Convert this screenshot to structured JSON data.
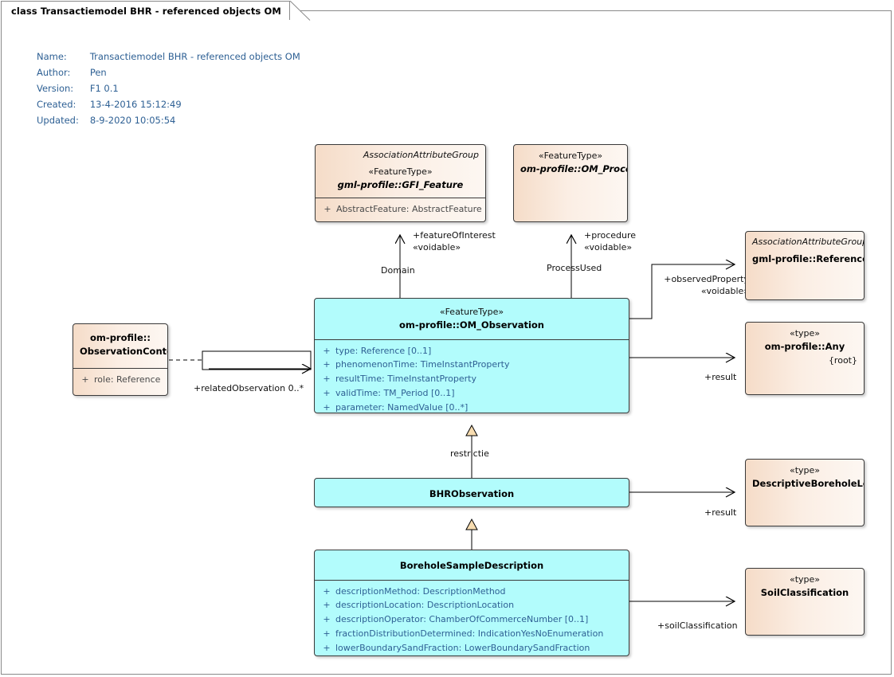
{
  "diagram": {
    "tab_title": "class Transactiemodel BHR - referenced objects OM",
    "metadata": [
      {
        "key": "Name:",
        "value": "Transactiemodel BHR - referenced objects OM"
      },
      {
        "key": "Author:",
        "value": "Pen"
      },
      {
        "key": "Version:",
        "value": "F1 0.1"
      },
      {
        "key": "Created:",
        "value": "13-4-2016 15:12:49"
      },
      {
        "key": "Updated:",
        "value": "8-9-2020 10:05:54"
      }
    ],
    "colors": {
      "class_fill_cyan": "#b2fcfc",
      "class_fill_orange": "#f5dcc8",
      "border": "#3a3a3a",
      "attribute_text": "#2e6094",
      "metadata_text": "#2e6094",
      "generalization_arrow_fill": "#f7dcb0"
    }
  },
  "classes": {
    "gfi_feature": {
      "association_attribute_group": "AssociationAttributeGroup",
      "stereotype": "«FeatureType»",
      "name": "gml-profile::GFI_Feature",
      "attributes": [
        {
          "visibility": "+",
          "text": "AbstractFeature: AbstractFeature"
        }
      ]
    },
    "om_process": {
      "stereotype": "«FeatureType»",
      "name": "om-profile::OM_Process"
    },
    "reference": {
      "association_attribute_group": "AssociationAttributeGroup",
      "name": "gml-profile::Reference"
    },
    "any": {
      "stereotype": "«type»",
      "name": "om-profile::Any",
      "constraint": "{root}"
    },
    "observation_context": {
      "name_line1": "om-profile::",
      "name_line2": "ObservationContext",
      "attributes": [
        {
          "visibility": "+",
          "text": "role: Reference"
        }
      ]
    },
    "om_observation": {
      "stereotype": "«FeatureType»",
      "name": "om-profile::OM_Observation",
      "attributes": [
        {
          "visibility": "+",
          "text": "type: Reference [0..1]"
        },
        {
          "visibility": "+",
          "text": "phenomenonTime: TimeInstantProperty"
        },
        {
          "visibility": "+",
          "text": "resultTime: TimeInstantProperty"
        },
        {
          "visibility": "+",
          "text": "validTime: TM_Period [0..1]"
        },
        {
          "visibility": "+",
          "text": "parameter: NamedValue [0..*]"
        }
      ]
    },
    "bhr_observation": {
      "name": "BHRObservation"
    },
    "descriptive_borehole_log": {
      "stereotype": "«type»",
      "name": "DescriptiveBoreholeLog"
    },
    "borehole_sample_description": {
      "name": "BoreholeSampleDescription",
      "attributes": [
        {
          "visibility": "+",
          "text": "descriptionMethod: DescriptionMethod"
        },
        {
          "visibility": "+",
          "text": "descriptionLocation: DescriptionLocation"
        },
        {
          "visibility": "+",
          "text": "descriptionOperator: ChamberOfCommerceNumber [0..1]"
        },
        {
          "visibility": "+",
          "text": "fractionDistributionDetermined: IndicationYesNoEnumeration"
        },
        {
          "visibility": "+",
          "text": "lowerBoundarySandFraction: LowerBoundarySandFraction"
        }
      ]
    },
    "soil_classification": {
      "stereotype": "«type»",
      "name": "SoilClassification"
    }
  },
  "connectors": {
    "domain": {
      "role": "+featureOfInterest",
      "stereotype": "«voidable»",
      "name": "Domain"
    },
    "process_used": {
      "role": "+procedure",
      "stereotype": "«voidable»",
      "name": "ProcessUsed"
    },
    "observed_property": {
      "role": "+observedProperty",
      "stereotype": "«voidable»"
    },
    "result_any": {
      "role": "+result"
    },
    "related_observation": {
      "role": "+relatedObservation 0..*"
    },
    "restrictie": {
      "name": "restrictie"
    },
    "result_log": {
      "role": "+result"
    },
    "soil_classification_link": {
      "role": "+soilClassification"
    }
  }
}
